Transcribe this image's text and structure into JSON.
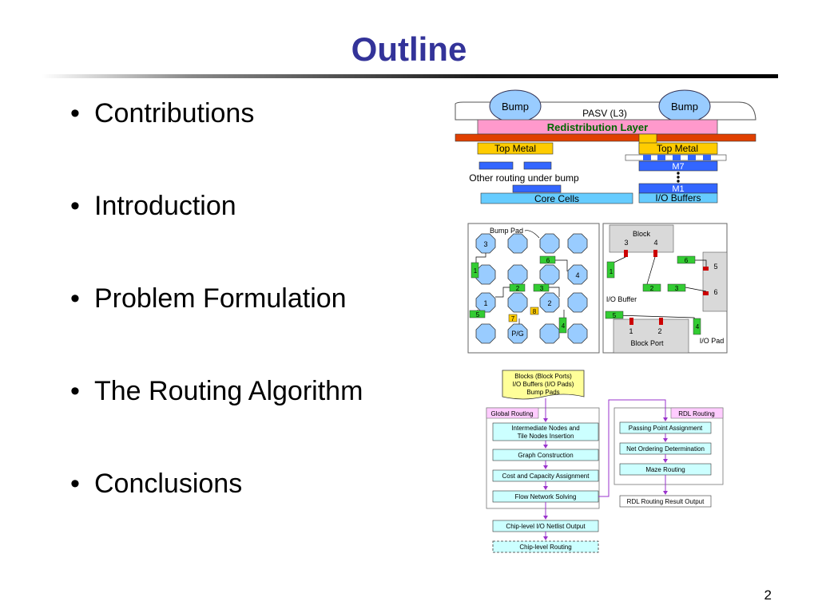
{
  "slide": {
    "title": "Outline",
    "page_number": "2",
    "bullets": [
      {
        "label": "Contributions"
      },
      {
        "label": "Introduction"
      },
      {
        "label": "Problem Formulation"
      },
      {
        "label": "The Routing Algorithm"
      },
      {
        "label": "Conclusions"
      }
    ]
  },
  "figure_stack": {
    "bump_left": "Bump",
    "bump_right": "Bump",
    "pasv": "PASV (L3)",
    "rdl": "Redistribution Layer",
    "top_metal_left": "Top Metal",
    "top_metal_right": "Top Metal",
    "m7": "M7",
    "m1": "M1",
    "other_routing": "Other routing under bump",
    "core_cells": "Core Cells",
    "io_buffers": "I/O Buffers"
  },
  "figure_layout": {
    "bump_pad": "Bump Pad",
    "pad_labels": {
      "n3": "3",
      "n4": "4",
      "n1": "1",
      "n2": "2",
      "pg": "P/G"
    },
    "left_green_labels": {
      "g6": "6",
      "g2": "2",
      "g3": "3",
      "g5": "5",
      "g4": "4",
      "g1": "1"
    },
    "left_yellow_labels": {
      "y7": "7",
      "y8": "8"
    },
    "block": "Block",
    "block_ports_top": {
      "p3": "3",
      "p4": "4"
    },
    "right_green_labels": {
      "g1": "1",
      "g2": "2",
      "g3": "3",
      "g4": "4",
      "g5": "5",
      "g6": "6"
    },
    "right_side_labels": {
      "s5": "5",
      "s6": "6"
    },
    "io_buffer": "I/O Buffer",
    "block_ports_bottom": {
      "p1": "1",
      "p2": "2"
    },
    "block_port": "Block Port",
    "io_pad": "I/O Pad"
  },
  "figure_flow": {
    "input_lines": [
      "Blocks (Block Ports)",
      "I/O Buffers (I/O Pads)",
      "Bump Pads"
    ],
    "global_routing": "Global Routing",
    "rdl_routing": "RDL Routing",
    "step_intermediate_lines": [
      "Intermediate Nodes and",
      "Tile Nodes Insertion"
    ],
    "step_graph": "Graph Construction",
    "step_cost": "Cost and Capacity Assignment",
    "step_flow": "Flow Network Solving",
    "step_passing": "Passing Point Assignment",
    "step_net_order": "Net Ordering Determination",
    "step_maze": "Maze Routing",
    "rdl_output": "RDL Routing Result Output",
    "chip_netlist": "Chip-level I/O Netlist Output",
    "chip_routing": "Chip-level Routing"
  },
  "colors": {
    "title": "#333399",
    "rdl_pink": "#ff99cc",
    "rdl_text": "#006600",
    "orange_line": "#e04000",
    "top_metal": "#ffcc00",
    "blue_metal": "#3366ff",
    "core_cells": "#66ccff",
    "pad_blue": "#99ccff",
    "green_cell": "#33cc33",
    "red_port": "#cc0000",
    "flow_box": "#ccffff",
    "flow_header": "#ffccff",
    "flow_arrow": "#9933cc"
  }
}
